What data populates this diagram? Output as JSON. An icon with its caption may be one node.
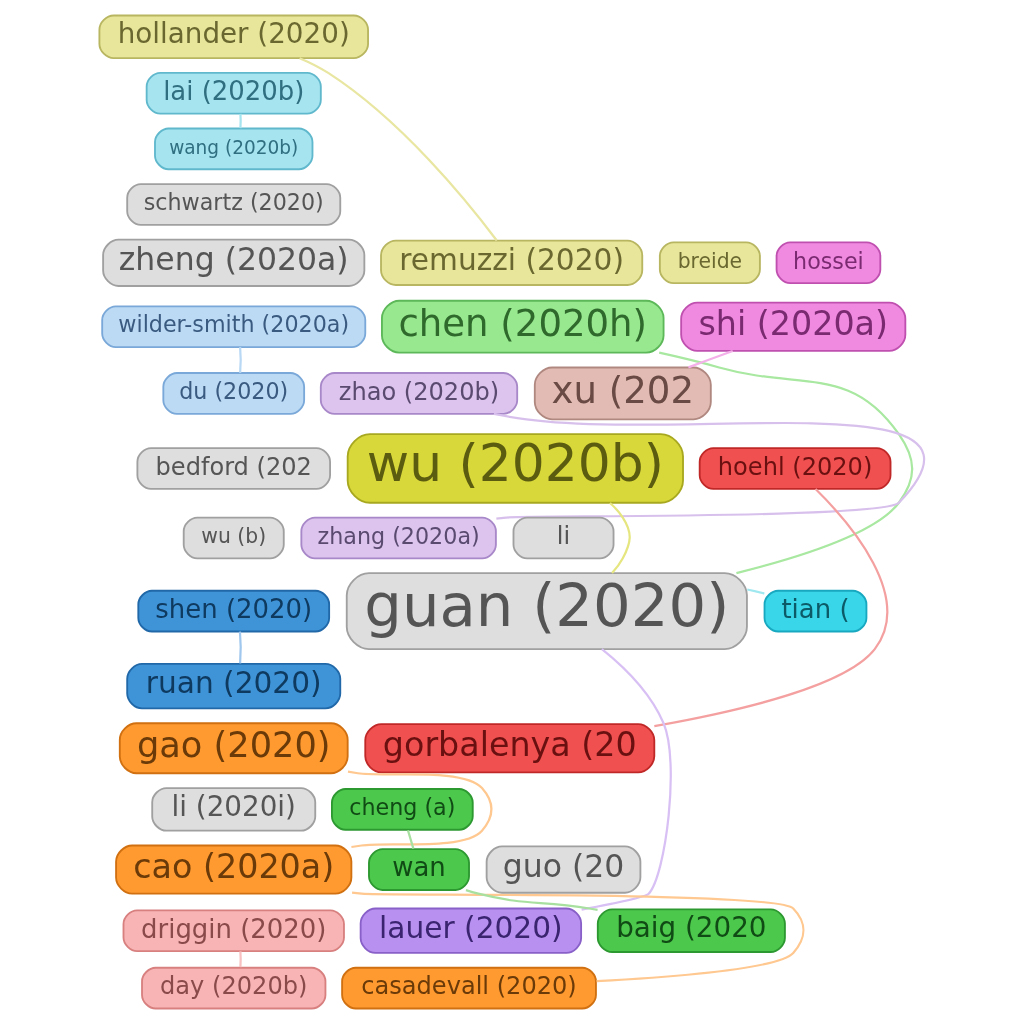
{
  "diagram": {
    "nodes": [
      {
        "text": [
          "hollander (2020)"
        ]
      },
      {
        "text": [
          "lai (2020b)"
        ]
      },
      {
        "text": [
          "wang (2020b)"
        ]
      },
      {
        "text": [
          "schwartz (2020)"
        ]
      },
      {
        "text": [
          "remuzzi (2020)"
        ]
      },
      {
        "text": [
          "zheng (2020a)"
        ]
      },
      {
        "text": [
          "breide"
        ]
      },
      {
        "text": [
          "hossei"
        ]
      },
      {
        "text": [
          "wilder-smith (2020a)"
        ]
      },
      {
        "text": [
          "chen (2020h)"
        ]
      },
      {
        "text": [
          "shi (2020a)"
        ]
      },
      {
        "text": [
          "du (2020)"
        ]
      },
      {
        "text": [
          "zhao (2020b)"
        ]
      },
      {
        "text": [
          "xu (202"
        ]
      },
      {
        "text": [
          "wu (2020b)"
        ]
      },
      {
        "text": [
          "bedford (202"
        ]
      },
      {
        "text": [
          "hoehl (2020)"
        ]
      },
      {
        "text": [
          "zhang (2020a)"
        ]
      },
      {
        "text": [
          "li"
        ]
      },
      {
        "text": [
          "wu (b)"
        ]
      },
      {
        "text": [
          "shen (2020)"
        ]
      },
      {
        "text": [
          "guan (2020)"
        ]
      },
      {
        "text": [
          "tian ("
        ]
      },
      {
        "text": [
          "ruan (2020)"
        ]
      },
      {
        "text": [
          "gorbalenya (20"
        ]
      },
      {
        "text": [
          "gao (2020)"
        ]
      },
      {
        "text": [
          "li (2020i)"
        ]
      },
      {
        "text": [
          "cheng (a)"
        ]
      },
      {
        "text": [
          "cao (2020a)"
        ]
      },
      {
        "text": [
          "wan"
        ]
      },
      {
        "text": [
          "guo (20"
        ]
      },
      {
        "text": [
          "driggin (2020)"
        ]
      },
      {
        "text": [
          "lauer (2020)"
        ]
      },
      {
        "text": [
          "baig (2020"
        ]
      },
      {
        "text": [
          "day (2020b)"
        ]
      },
      {
        "text": [
          "casadevall (2020)"
        ]
      }
    ],
    "edges": [
      {
        "from": 0,
        "to": 4,
        "arrow": "none",
        "color": "#e8e6a0"
      },
      {
        "from": 1,
        "to": 2,
        "arrow": "none",
        "color": "#a6e4f0"
      },
      {
        "from": 14,
        "to": 21,
        "arrow": "none",
        "color": "#e6e680"
      },
      {
        "from": 9,
        "to": 21,
        "arrow": "none",
        "color": "#a8e8a0"
      },
      {
        "from": 10,
        "to": 13,
        "arrow": "none",
        "color": "#f4b0e8"
      },
      {
        "from": 8,
        "to": 11,
        "arrow": "none",
        "color": "#b8d8f4"
      },
      {
        "from": 12,
        "to": 17,
        "arrow": "none",
        "color": "#d8c0ec"
      },
      {
        "from": 16,
        "to": 24,
        "arrow": "none",
        "color": "#f4a0a0"
      },
      {
        "from": 20,
        "to": 23,
        "arrow": "none",
        "color": "#a0c8ee"
      },
      {
        "from": 25,
        "to": 28,
        "arrow": "none",
        "color": "#ffc890"
      },
      {
        "from": 28,
        "to": 35,
        "arrow": "none",
        "color": "#ffc890"
      },
      {
        "from": 31,
        "to": 34,
        "arrow": "none",
        "color": "#f8c0c0"
      },
      {
        "from": 27,
        "to": 29,
        "arrow": "none",
        "color": "#a8e0a0"
      },
      {
        "from": 29,
        "to": 33,
        "arrow": "none",
        "color": "#a8e0a0"
      },
      {
        "from": 21,
        "to": 32,
        "arrow": "none",
        "color": "#d8c0f4"
      },
      {
        "from": 21,
        "to": 22,
        "arrow": "none",
        "color": "#a0e8f0"
      }
    ]
  }
}
